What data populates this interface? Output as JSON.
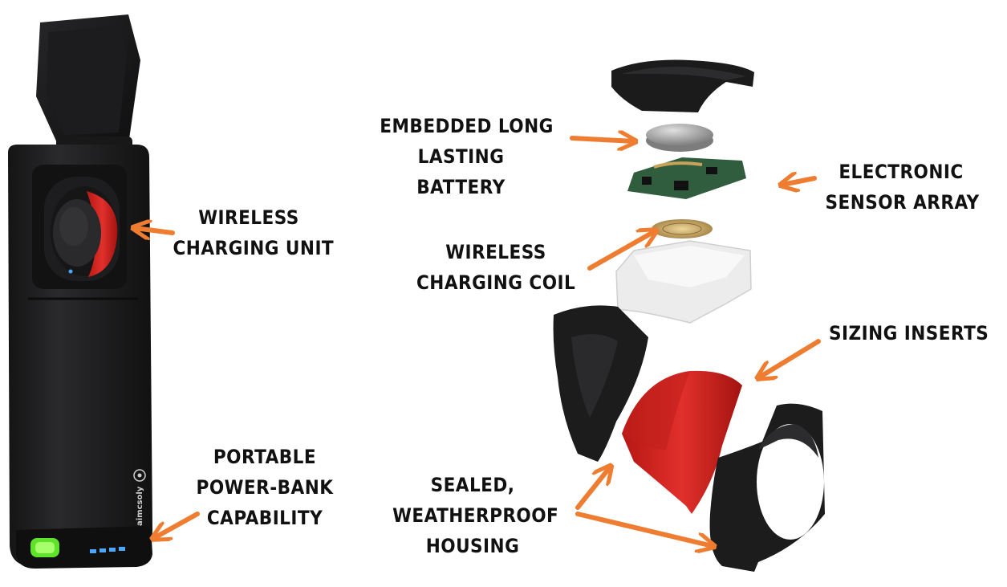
{
  "labels": {
    "wireless_charging_unit": [
      "WIRELESS",
      "CHARGING UNIT"
    ],
    "portable_power_bank": [
      "PORTABLE",
      "POWER-BANK",
      "CAPABILITY"
    ],
    "embedded_battery": [
      "EMBEDDED LONG",
      "LASTING",
      "BATTERY"
    ],
    "electronic_sensor_array": [
      "ELECTRONIC",
      "SENSOR ARRAY"
    ],
    "wireless_charging_coil": [
      "WIRELESS",
      "CHARGING COIL"
    ],
    "sizing_inserts": [
      "SIZING INSERTS"
    ],
    "sealed_housing": [
      "SEALED,",
      "WEATHERPROOF",
      "HOUSING"
    ]
  },
  "device_text": {
    "brand": "aimcsoly"
  },
  "colors": {
    "arrow": "#ef7d31",
    "device_body": "#1e1e20",
    "accent_red": "#d5231f",
    "led_green": "#5fe22a",
    "led_blue": "#4aa6ff",
    "tray_white": "#e9e9e9",
    "pcb_green": "#2f5d3e",
    "coin_silver": "#a9a9a9",
    "coil_gold": "#c9a25a"
  },
  "icons": [
    "arrow-icon"
  ]
}
